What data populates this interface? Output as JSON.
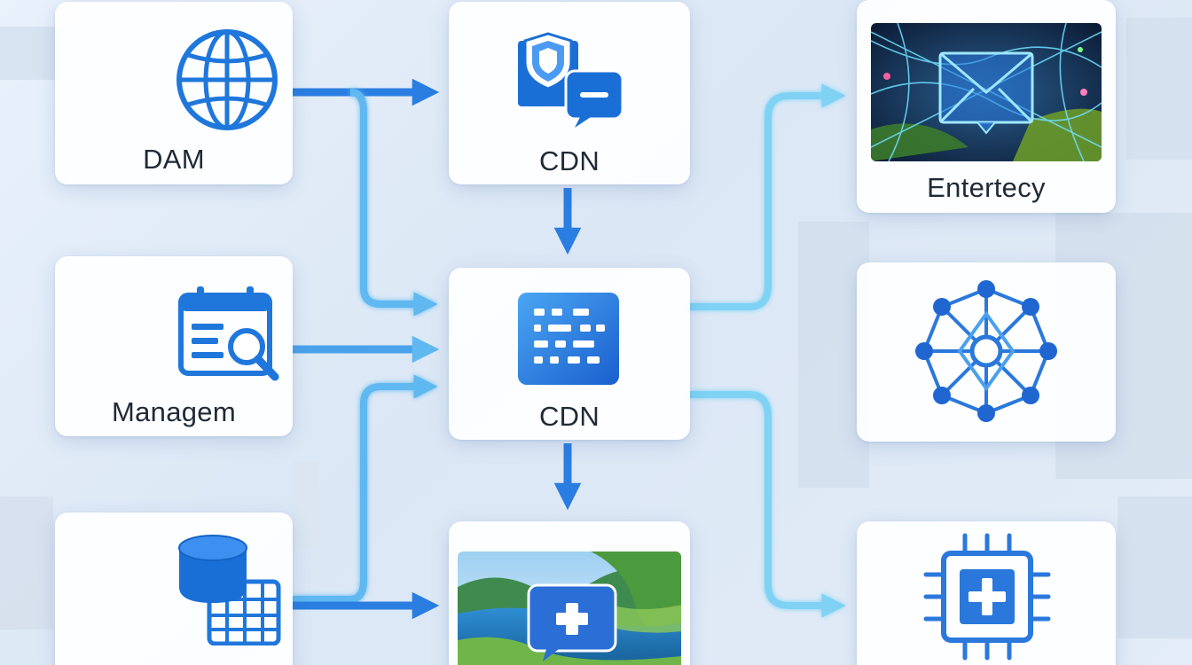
{
  "nodes": {
    "dam": {
      "label": "DAM",
      "icon": "globe-icon"
    },
    "managem": {
      "label": "Managem",
      "icon": "calendar-search-icon"
    },
    "storage": {
      "icon": "database-table-icon"
    },
    "cdn_top": {
      "label": "CDN",
      "icon": "shield-chat-icon"
    },
    "cdn_mid": {
      "label": "CDN",
      "icon": "data-grid-icon"
    },
    "media": {
      "icon": "landscape-add-icon"
    },
    "entertecy": {
      "label": "Entertecy",
      "icon": "network-mail-icon"
    },
    "network": {
      "icon": "network-hub-icon"
    },
    "chip": {
      "icon": "chip-add-icon"
    }
  },
  "colors": {
    "primary": "#1e6fd9",
    "secondary": "#4aa8ee",
    "cyan": "#5cc8f2",
    "card": "#ffffff"
  }
}
